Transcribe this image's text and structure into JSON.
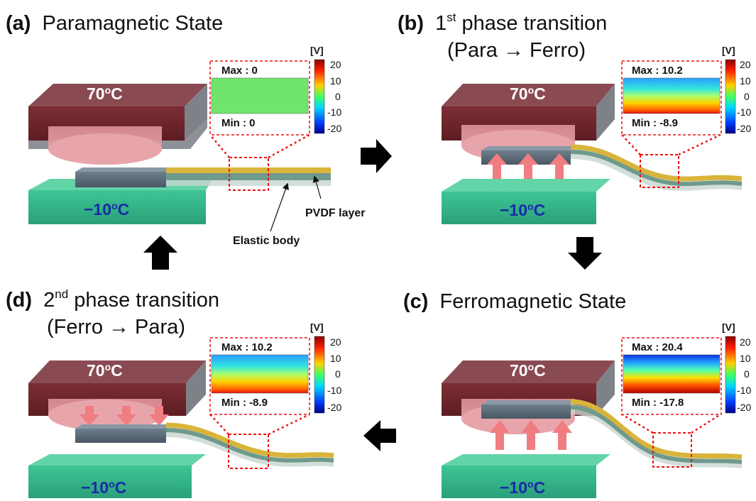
{
  "panels": {
    "a": {
      "letter": "(a)",
      "title": "Paramagnetic State",
      "hot": "70",
      "cold": "−10",
      "degC": "C",
      "deg": "o",
      "max": "Max : 0",
      "min": "Min : 0"
    },
    "b": {
      "letter": "(b)",
      "title_pre": "1",
      "title_sup": "st",
      "title_post": " phase transition",
      "subtitle": "(Para → Ferro)",
      "hot": "70",
      "cold": "−10",
      "degC": "C",
      "deg": "o",
      "max": "Max : 10.2",
      "min": "Min : -8.9"
    },
    "c": {
      "letter": "(c)",
      "title": "Ferromagnetic State",
      "hot": "70",
      "cold": "−10",
      "degC": "C",
      "deg": "o",
      "max": "Max : 20.4",
      "min": "Min : -17.8"
    },
    "d": {
      "letter": "(d)",
      "title_pre": "2",
      "title_sup": "nd",
      "title_post": " phase transition",
      "subtitle": "(Ferro → Para)",
      "hot": "70",
      "cold": "−10",
      "degC": "C",
      "deg": "o",
      "max": "Max : 10.2",
      "min": "Min : -8.9"
    }
  },
  "colorbar": {
    "unit": "[V]",
    "ticks": [
      "20",
      "10",
      "0",
      "-10",
      "-20"
    ]
  },
  "annotations": {
    "pvdf": "PVDF layer",
    "elastic": "Elastic body"
  },
  "colors": {
    "hot_block": "#7a2a30",
    "cold_block": "#2fae7e",
    "pvdf": "#d9b43a",
    "magnet": "#5b6a78",
    "dashed": "#e11"
  }
}
